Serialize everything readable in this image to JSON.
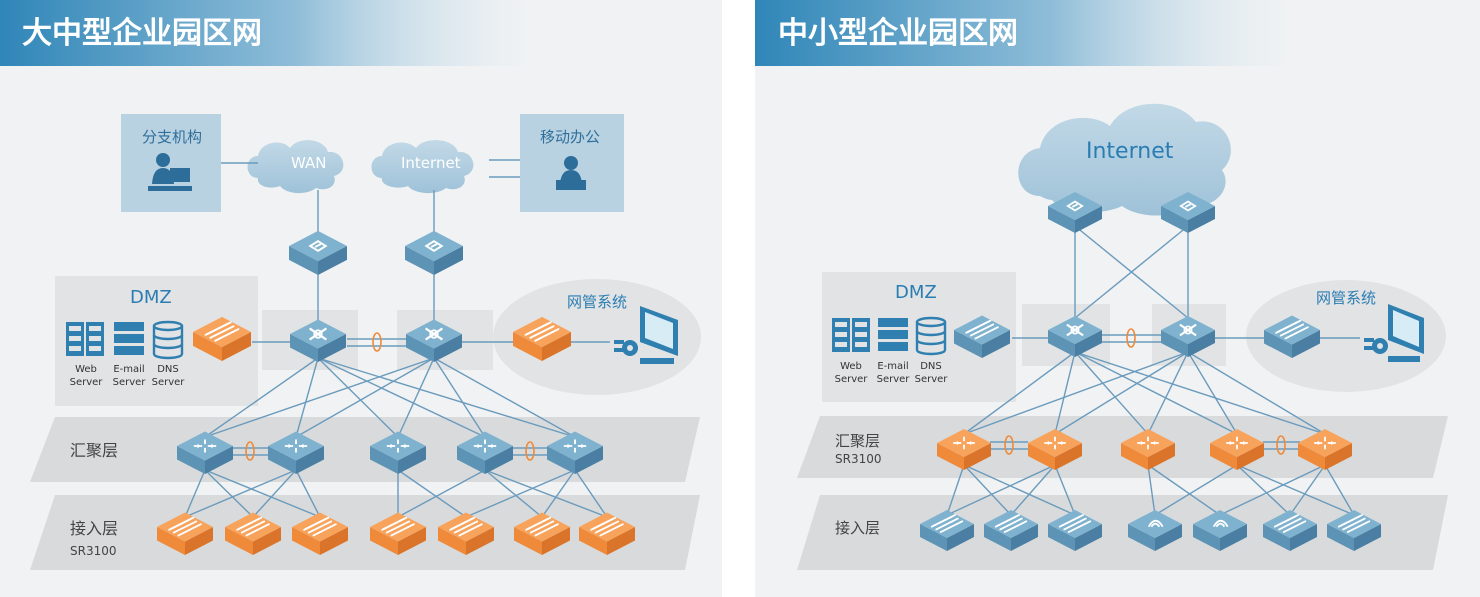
{
  "left": {
    "title": "大中型企业园区网",
    "branch": "分支机构",
    "mobile": "移动办公",
    "wan": "WAN",
    "internet": "Internet",
    "dmz": "DMZ",
    "nms": "网管系统",
    "agg": "汇聚层",
    "access": "接入层",
    "access_model": "SR3100",
    "servers": [
      {
        "line1": "Web",
        "line2": "Server"
      },
      {
        "line1": "E-mail",
        "line2": "Server"
      },
      {
        "line1": "DNS",
        "line2": "Server"
      }
    ]
  },
  "right": {
    "title": "中小型企业园区网",
    "internet": "Internet",
    "dmz": "DMZ",
    "nms": "网管系统",
    "agg": "汇聚层",
    "agg_model": "SR3100",
    "access": "接入层",
    "servers": [
      {
        "line1": "Web",
        "line2": "Server"
      },
      {
        "line1": "E-mail",
        "line2": "Server"
      },
      {
        "line1": "DNS",
        "line2": "Server"
      }
    ]
  },
  "colors": {
    "blue_top": "#7fb2cf",
    "blue_left": "#5d93b5",
    "blue_right": "#4a7fa3",
    "orange_top": "#f7a35c",
    "orange_left": "#ee8a3a",
    "orange_right": "#d9742a",
    "link": "#6a9bbd",
    "panel": "#f0f1f2",
    "band": "#d9dadb"
  }
}
